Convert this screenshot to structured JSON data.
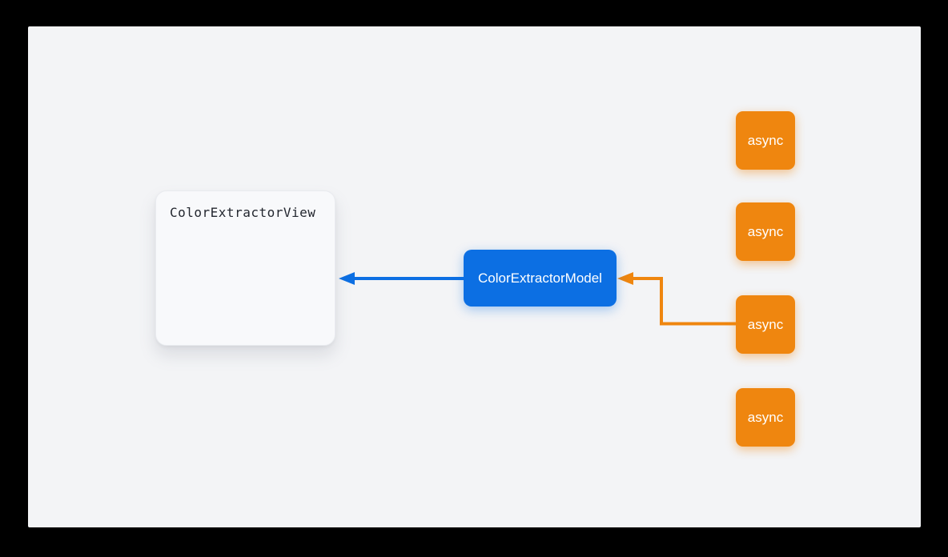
{
  "diagram": {
    "nodes": {
      "view": {
        "label": "ColorExtractorView",
        "shape": "card",
        "text_color": "#23272f",
        "fill": "#f8f9fb"
      },
      "model": {
        "label": "ColorExtractorModel",
        "shape": "box",
        "text_color": "#ffffff",
        "fill": "#0c6fe3"
      },
      "async_tasks": [
        {
          "label": "async"
        },
        {
          "label": "async"
        },
        {
          "label": "async"
        },
        {
          "label": "async"
        }
      ]
    },
    "edges": [
      {
        "from": "ColorExtractorModel",
        "to": "ColorExtractorView",
        "style": "straight-arrow",
        "color": "#0c6fe3"
      },
      {
        "from": "async-task-3",
        "to": "ColorExtractorModel",
        "style": "elbow-arrow",
        "color": "#ef860f"
      }
    ],
    "colors": {
      "outer_background": "#000000",
      "stage_background": "#f3f4f6",
      "model_blue": "#0c6fe3",
      "async_orange": "#ef860f",
      "card_background": "#f8f9fb"
    }
  }
}
